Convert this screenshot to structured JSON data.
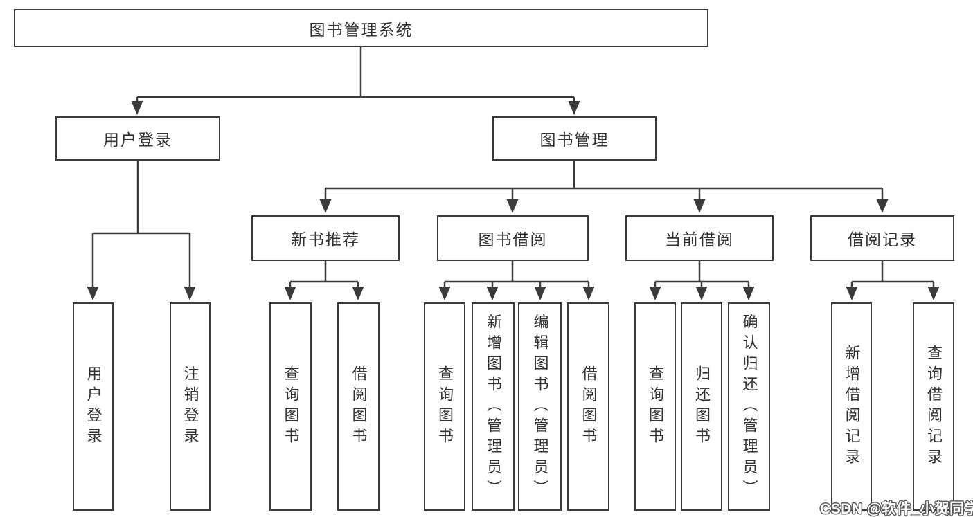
{
  "diagram_title": "图书管理系统",
  "nodes": {
    "root": "图书管理系统",
    "userLogin": "用户登录",
    "bookMgmt": "图书管理",
    "newBookRec": "新书推荐",
    "bookBorrow": "图书借阅",
    "currentBorrow": "当前借阅",
    "borrowRecords": "借阅记录",
    "leafUserLogin": "用户登录",
    "leafLogout": "注销登录",
    "leafNbrQuery": "查询图书",
    "leafNbrBorrow": "借阅图书",
    "leafBbQuery": "查询图书",
    "leafBbAdd": "新增图书（管理员）",
    "leafBbEdit": "编辑图书（管理员）",
    "leafBbBorrow": "借阅图书",
    "leafCbQuery": "查询图书",
    "leafCbReturn": "归还图书",
    "leafCbConfirm": "确认归还（管理员）",
    "leafBrAdd": "新增借阅记录",
    "leafBrQuery": "查询借阅记录"
  },
  "hierarchy": [
    {
      "parent": "图书管理系统",
      "children": [
        "用户登录",
        "图书管理"
      ]
    },
    {
      "parent": "用户登录",
      "children": [
        "用户登录",
        "注销登录"
      ]
    },
    {
      "parent": "图书管理",
      "children": [
        "新书推荐",
        "图书借阅",
        "当前借阅",
        "借阅记录"
      ]
    },
    {
      "parent": "新书推荐",
      "children": [
        "查询图书",
        "借阅图书"
      ]
    },
    {
      "parent": "图书借阅",
      "children": [
        "查询图书",
        "新增图书（管理员）",
        "编辑图书（管理员）",
        "借阅图书"
      ]
    },
    {
      "parent": "当前借阅",
      "children": [
        "查询图书",
        "归还图书",
        "确认归还（管理员）"
      ]
    },
    {
      "parent": "借阅记录",
      "children": [
        "新增借阅记录",
        "查询借阅记录"
      ]
    }
  ],
  "watermark": "CSDN @软件_小贺同学",
  "colors": {
    "line": "#3b3b3b",
    "box_border": "#3b3b3b",
    "text": "#333333",
    "background": "#ffffff",
    "watermark_fill": "#ffffff",
    "watermark_outline": "#5a5a5a"
  }
}
